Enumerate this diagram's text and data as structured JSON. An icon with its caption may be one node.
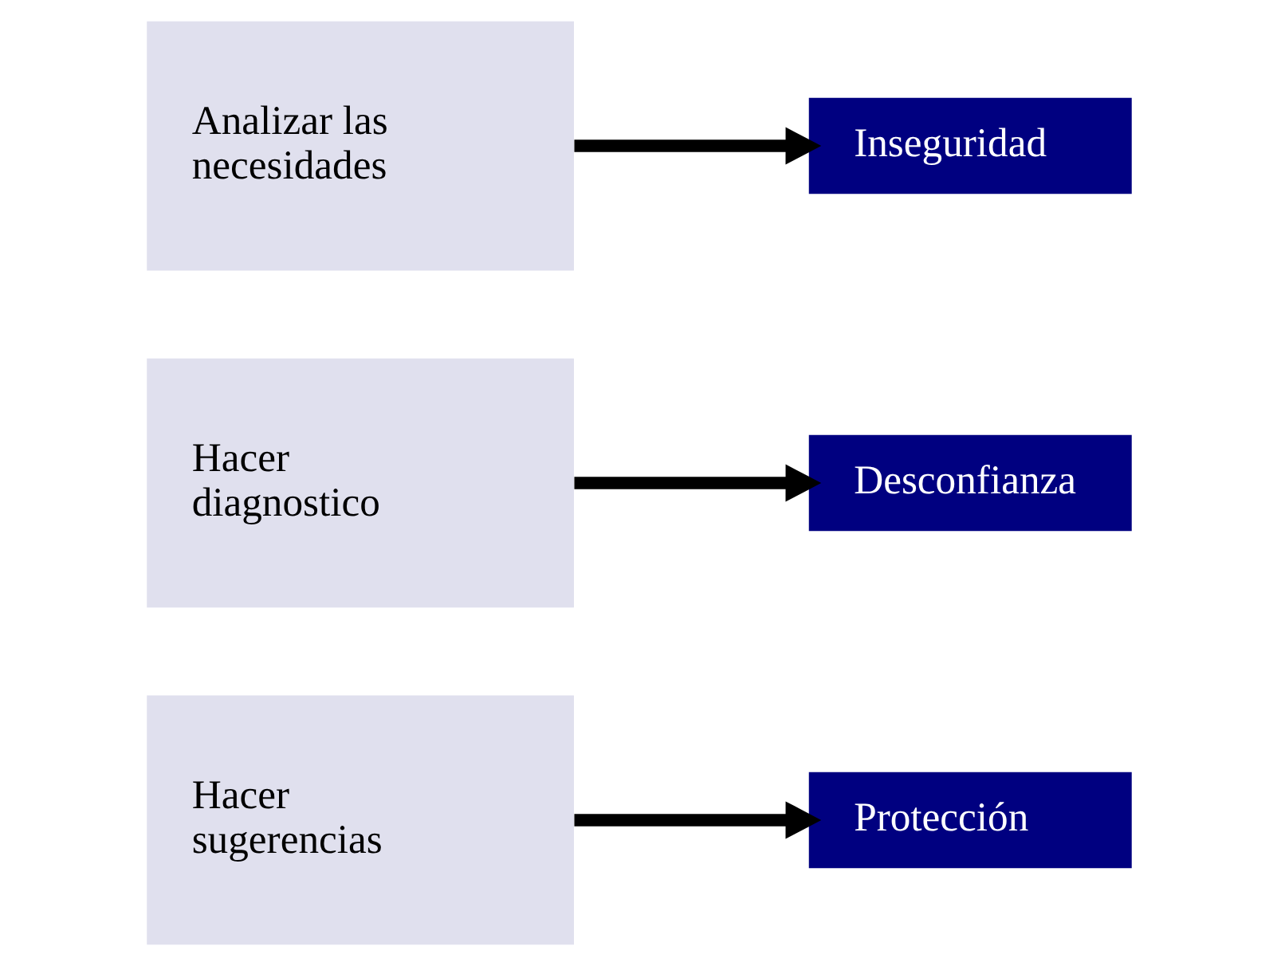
{
  "diagram": {
    "nodes": [
      {
        "text": [
          "Analizar las necesidades"
        ]
      },
      {
        "text": [
          "Inseguridad"
        ]
      },
      {
        "text": [
          "Hacer diagnostico"
        ]
      },
      {
        "text": [
          "Desconfianza"
        ]
      },
      {
        "text": [
          "Hacer sugerencias"
        ]
      },
      {
        "text": [
          "Protección"
        ]
      }
    ],
    "edges": [
      {
        "from": 0,
        "to": 1,
        "arrow": "to"
      },
      {
        "from": 2,
        "to": 3,
        "arrow": "to"
      },
      {
        "from": 4,
        "to": 5,
        "arrow": "to"
      }
    ]
  }
}
